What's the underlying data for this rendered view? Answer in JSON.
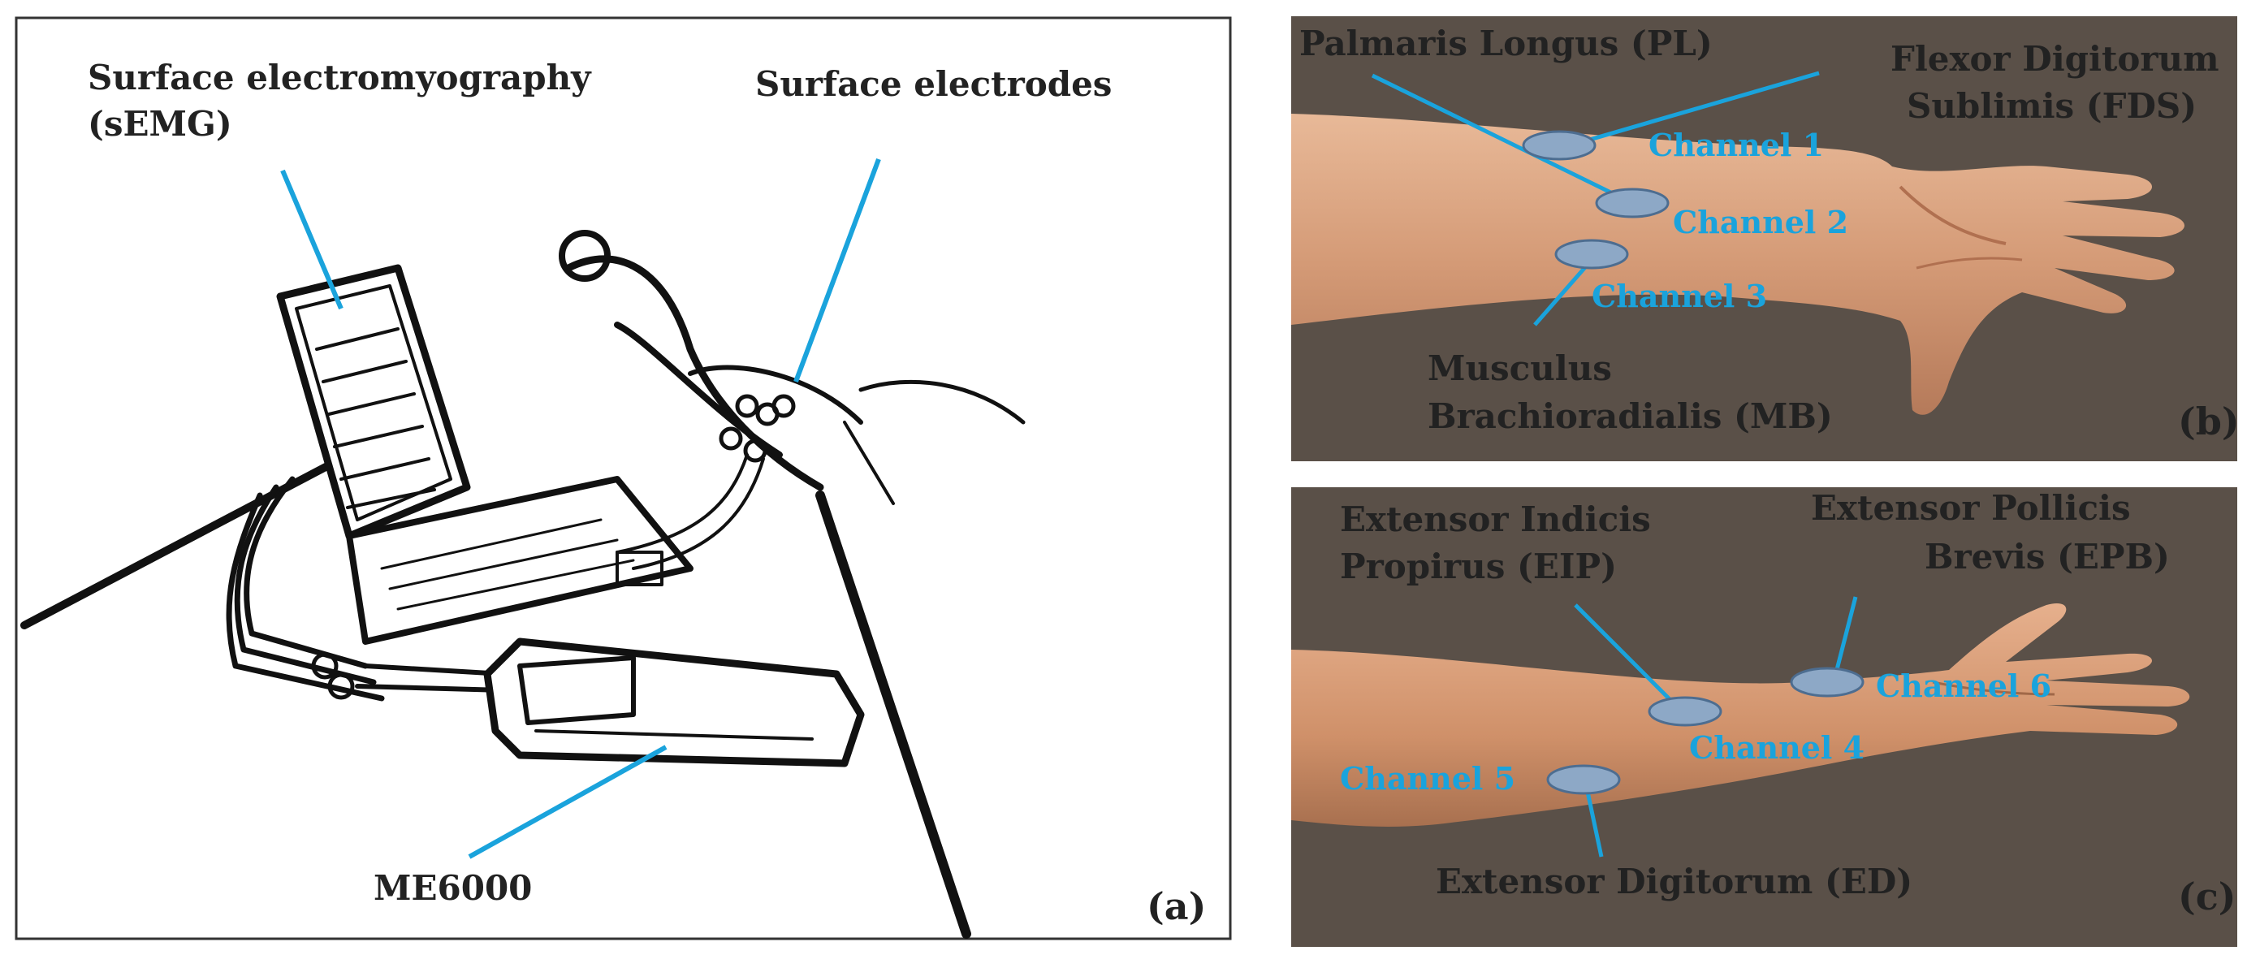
{
  "colors": {
    "accent": "#1aa3dc",
    "panel_background": "#5a5048",
    "skin": "#d9a27f",
    "electrode": "#8da8c6",
    "label_text": "#222222"
  },
  "panel_a": {
    "tag": "(a)",
    "label_semg_line1": "Surface electromyography",
    "label_semg_line2": "(sEMG)",
    "label_electrodes": "Surface electrodes",
    "label_device": "ME6000"
  },
  "panel_b": {
    "tag": "(b)",
    "muscle_pl": "Palmaris Longus (PL)",
    "muscle_fds_line1": "Flexor Digitorum",
    "muscle_fds_line2": "Sublimis (FDS)",
    "muscle_mb_line1": "Musculus",
    "muscle_mb_line2": "Brachioradialis (MB)",
    "channel_1": "Channel 1",
    "channel_2": "Channel 2",
    "channel_3": "Channel 3"
  },
  "panel_c": {
    "tag": "(c)",
    "muscle_eip_line1": "Extensor Indicis",
    "muscle_eip_line2": "Propirus (EIP)",
    "muscle_epb_line1": "Extensor Pollicis",
    "muscle_epb_line2": "Brevis (EPB)",
    "muscle_ed": "Extensor Digitorum (ED)",
    "channel_4": "Channel 4",
    "channel_5": "Channel 5",
    "channel_6": "Channel 6"
  }
}
